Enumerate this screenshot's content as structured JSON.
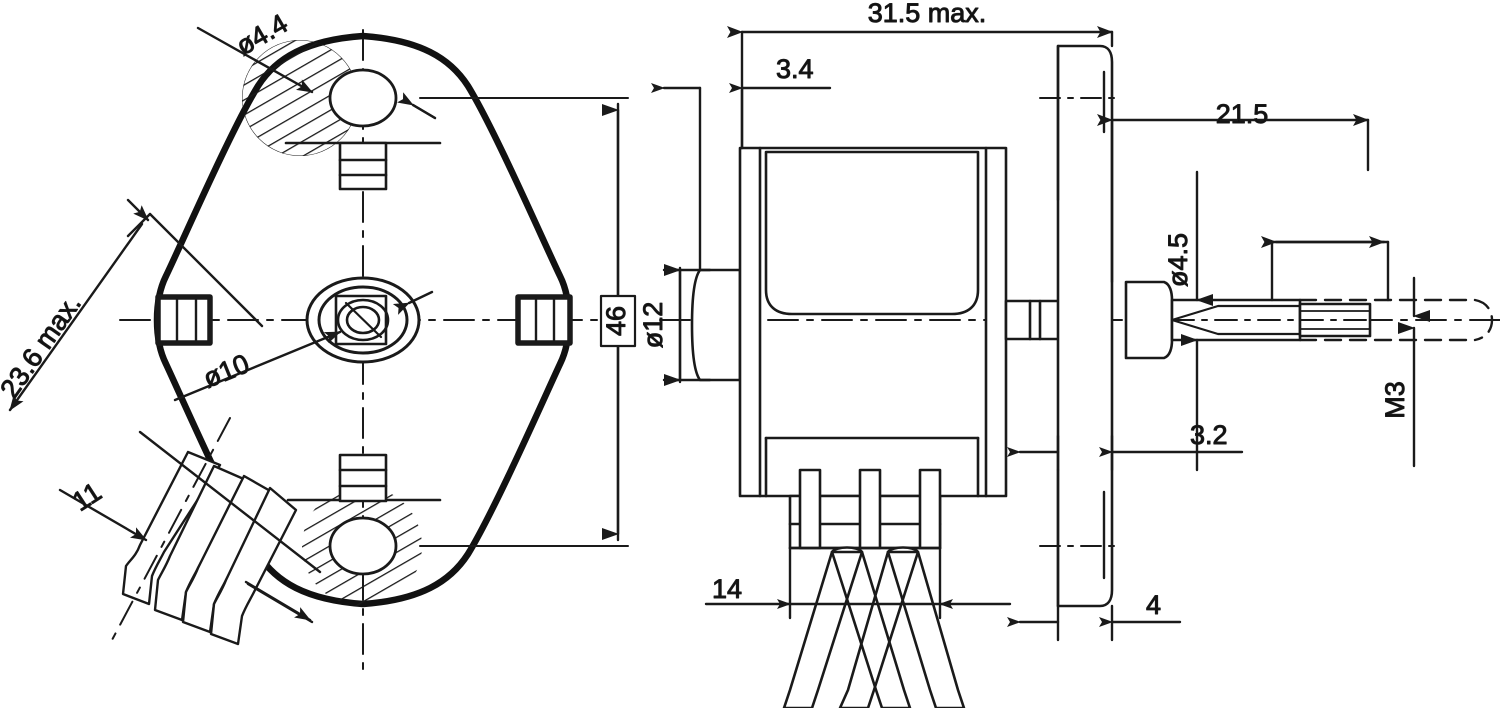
{
  "drawing": {
    "title": "Motor dimensional drawing",
    "type": "engineering-technical-drawing",
    "units": "mm",
    "line_color": "#1a1a1a",
    "background": "#ffffff",
    "views": [
      {
        "name": "front-view",
        "description": "Diamond shaped mounting flange with three mounting bosses and central hub"
      },
      {
        "name": "side-view",
        "description": "Side profile of motor body with mounting flange, shaft and lead wires"
      }
    ]
  },
  "dimensions": {
    "front_view": {
      "hole_dia": "ø4.4",
      "hub_dia": "ø10",
      "across_flats": "46",
      "diagonal_max": "23.6 max.",
      "wire_length": "11"
    },
    "side_view": {
      "overall_length_max": "31.5 max.",
      "flange_offset": "3.4",
      "body_dia": "ø12",
      "shaft_length": "21.5",
      "shaft_dia": "ø4.5",
      "thread": "M3",
      "flange_thickness": "3.2",
      "plate_thickness": "4",
      "terminal_width": "14"
    }
  },
  "labels": [
    {
      "id": "dia-4-4",
      "text": "ø4.4",
      "view": "front"
    },
    {
      "id": "dia-10",
      "text": "ø10",
      "view": "front"
    },
    {
      "id": "dim-46",
      "text": "46",
      "view": "front",
      "boxed": true
    },
    {
      "id": "dim-23-6",
      "text": "23.6 max.",
      "view": "front"
    },
    {
      "id": "dim-11",
      "text": "11",
      "view": "front"
    },
    {
      "id": "dim-31-5",
      "text": "31.5 max.",
      "view": "side"
    },
    {
      "id": "dim-3-4",
      "text": "3.4",
      "view": "side"
    },
    {
      "id": "dia-12",
      "text": "ø12",
      "view": "side"
    },
    {
      "id": "dim-21-5",
      "text": "21.5",
      "view": "side"
    },
    {
      "id": "dia-4-5",
      "text": "ø4.5",
      "view": "side"
    },
    {
      "id": "thread-m3",
      "text": "M3",
      "view": "side"
    },
    {
      "id": "dim-3-2",
      "text": "3.2",
      "view": "side"
    },
    {
      "id": "dim-4",
      "text": "4",
      "view": "side"
    },
    {
      "id": "dim-14",
      "text": "14",
      "view": "side"
    }
  ]
}
